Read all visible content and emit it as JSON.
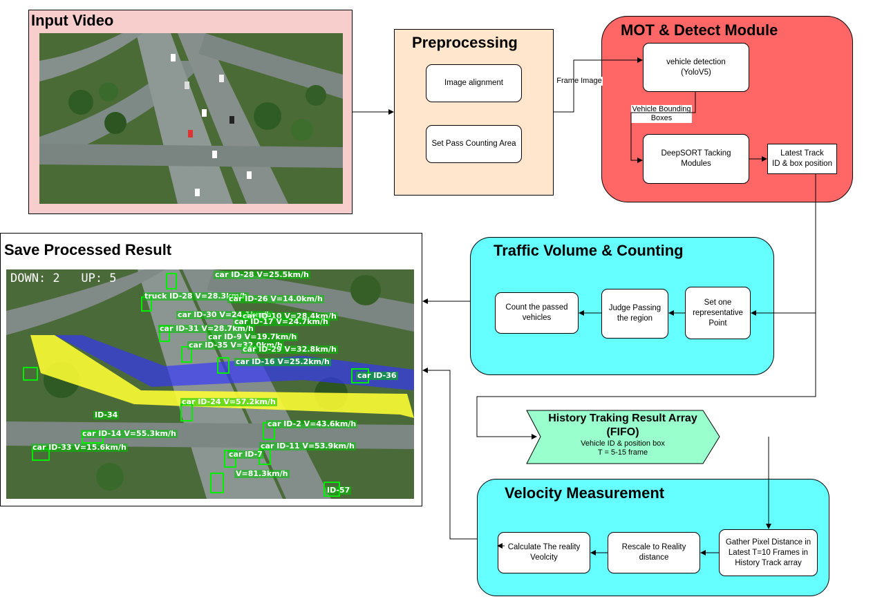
{
  "input_video": {
    "title": "Input Video"
  },
  "preprocessing": {
    "title": "Preprocessing",
    "image_alignment": "Image alignment",
    "set_counting_area": "Set Pass Counting Area"
  },
  "mot_module": {
    "title": "MOT & Detect Module",
    "vehicle_detection": "vehicle detection\n(YoloV5)",
    "deepsort": "DeepSORT Tacking\nModules",
    "latest_track": "Latest Track\nID & box position"
  },
  "edges": {
    "frame_image": "Frame Image",
    "vehicle_bounding_boxes": "Vehicle Bounding\nBoxes"
  },
  "save_result": {
    "title": "Save Processed Result",
    "hud": "DOWN: 2   UP: 5",
    "overlay_labels": [
      "car ID-28 V=25.5km/h",
      "truck ID-28 V=28.3km/h",
      "car ID-26 V=14.0km/h",
      "car ID-30 V=24.1km/h",
      "car ID-10 V=28.4km/h",
      "car ID-31 V=28.7km/h",
      "car ID-17 V=24.7km/h",
      "car ID-9 V=19.7km/h",
      "car ID-35 V=32.0km/h",
      "car ID-29 V=32.8km/h",
      "car ID-16 V=25.2km/h",
      "car ID-36",
      "car ID-24 V=57.2km/h",
      "ID-34",
      "car ID-14 V=55.3km/h",
      "car ID-2 V=43.6km/h",
      "car ID-33 V=15.6km/h",
      "car ID-7",
      "car ID-11 V=53.9km/h",
      "V=81.3km/h",
      "ID-57"
    ]
  },
  "traffic_volume": {
    "title": "Traffic Volume & Counting",
    "count_passed": "Count the passed\nvehicles",
    "judge_passing": "Judge Passing\nthe region",
    "set_point": "Set one\nrepresentative\nPoint"
  },
  "history": {
    "title_line1": "History Traking Result Array",
    "title_line2": "(FIFO)",
    "sub1": "Vehicle ID & position box",
    "sub2": "T = 5-15 frame"
  },
  "velocity": {
    "title": "Velocity Measurement",
    "calculate": "Calculate The reality\nVeolcity",
    "rescale": "Rescale to Reality\ndistance",
    "gather": "Gather Pixel Distance in\nLatest T=10 Frames in\nHistory Track array"
  },
  "colors": {
    "input_bg": "#f8cecc",
    "preproc_bg": "#ffe6cc",
    "mot_bg": "#ff6666",
    "cyan_bg": "#66ffff",
    "history_bg": "#99ffcc",
    "overlay_box": "#00ee00",
    "overlay_yellow": "#ffff33",
    "overlay_blue": "#3333ff"
  }
}
